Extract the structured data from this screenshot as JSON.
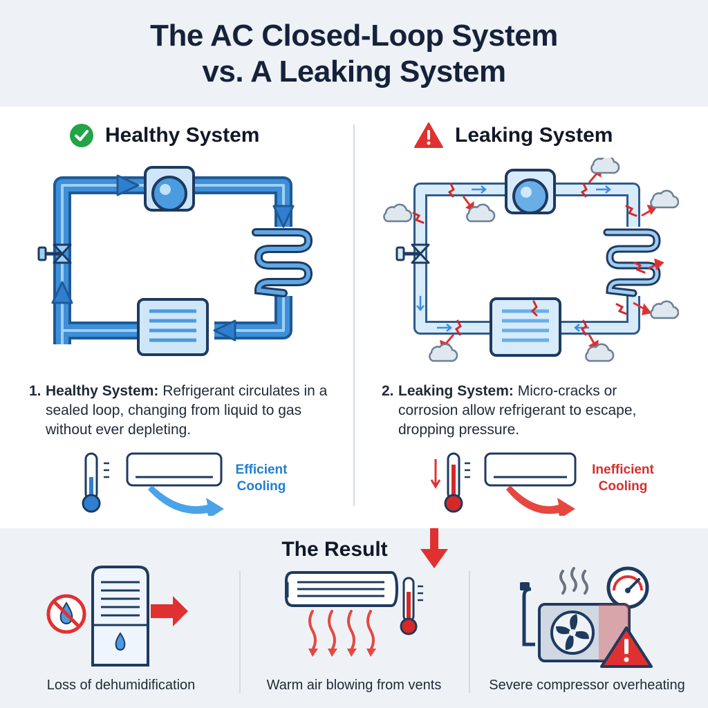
{
  "title": {
    "line1": "The AC Closed-Loop System",
    "line2": "vs. A Leaking System"
  },
  "healthy": {
    "heading": "Healthy System",
    "icon": "check-circle-icon",
    "accent": "#1f6fbf",
    "description": {
      "number": "1.",
      "label": "Healthy System:",
      "text": "Refrigerant circulates in a sealed loop, changing from liquid to gas without ever depleting."
    },
    "cooling": {
      "line1": "Efficient",
      "line2": "Cooling",
      "color": "#1f7fd0"
    }
  },
  "leaking": {
    "heading": "Leaking System",
    "icon": "warning-triangle-icon",
    "accent": "#e03131",
    "description": {
      "number": "2.",
      "label": "Leaking System:",
      "text": "Micro-cracks or corrosion allow refrigerant to escape, dropping pressure."
    },
    "cooling": {
      "line1": "Inefficient",
      "line2": "Cooling",
      "color": "#d32f2f"
    }
  },
  "result": {
    "title": "The Result",
    "items": [
      {
        "icon": "dehumidifier-icon",
        "caption": "Loss of dehumidification"
      },
      {
        "icon": "warm-air-vent-icon",
        "caption": "Warm air blowing from vents"
      },
      {
        "icon": "overheating-compressor-icon",
        "caption": "Severe compressor overheating"
      }
    ]
  }
}
